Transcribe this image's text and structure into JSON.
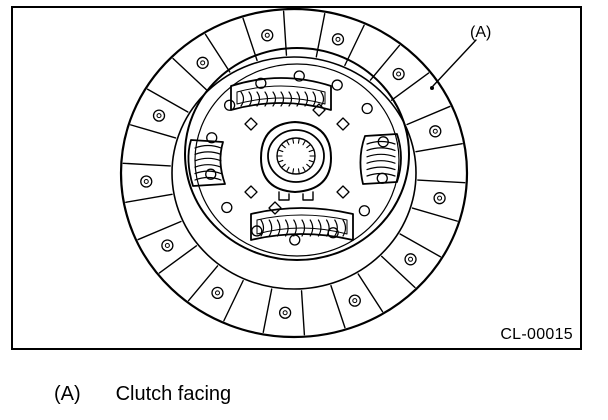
{
  "figure": {
    "callout": "(A)",
    "code": "CL-00015"
  },
  "legend": [
    {
      "key": "(A)",
      "label": "Clutch facing"
    }
  ]
}
